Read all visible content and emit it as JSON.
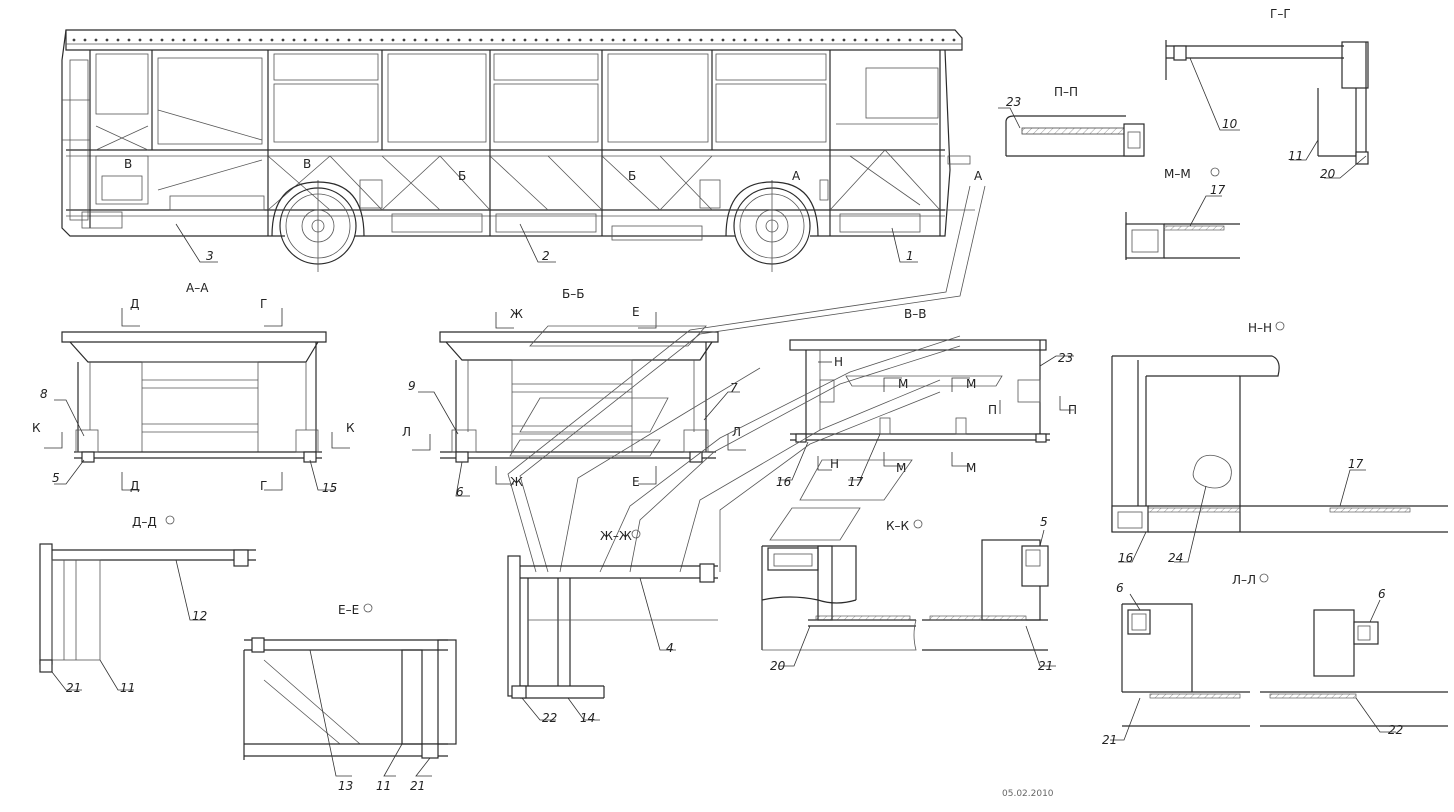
{
  "drawing": {
    "date": "05.02.2010",
    "sections": {
      "aa": "А–А",
      "bb": "Б–Б",
      "vv": "В–В",
      "gg": "Г–Г",
      "pp": "П–П",
      "mm": "М–М",
      "nn": "Н–Н",
      "dd": "Д–Д",
      "ee": "Е–Е",
      "zhzh": "Ж–Ж",
      "kk": "К–К",
      "ll": "Л–Л"
    },
    "cut_letters": {
      "a": "А",
      "b": "Б",
      "v": "В",
      "g": "Г",
      "d": "Д",
      "e": "Е",
      "zh": "Ж",
      "k": "К",
      "l": "Л",
      "m": "М",
      "n": "Н",
      "p": "П"
    },
    "callouts": {
      "c1": "1",
      "c2": "2",
      "c3": "3",
      "c4": "4",
      "c5": "5",
      "c6": "6",
      "c7": "7",
      "c8": "8",
      "c9": "9",
      "c10": "10",
      "c11": "11",
      "c12": "12",
      "c13": "13",
      "c14": "14",
      "c15": "15",
      "c16": "16",
      "c17": "17",
      "c20": "20",
      "c21": "21",
      "c22": "22",
      "c23": "23",
      "c24": "24"
    }
  }
}
